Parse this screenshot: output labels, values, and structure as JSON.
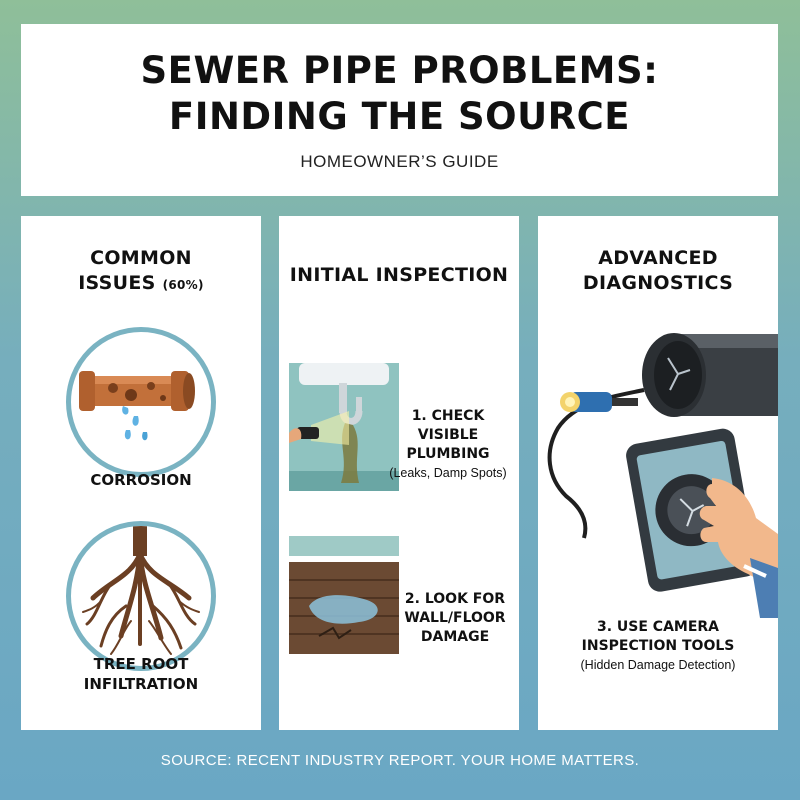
{
  "header": {
    "title_line1": "SEWER PIPE PROBLEMS:",
    "title_line2": "FINDING THE SOURCE",
    "subtitle": "HOMEOWNER’S GUIDE"
  },
  "left": {
    "title_line1": "COMMON",
    "title_line2": "ISSUES",
    "title_pct": "(60%)",
    "items": [
      {
        "label": "CORROSION",
        "icon": "corroded-pipe-icon"
      },
      {
        "label_line1": "TREE ROOT",
        "label_line2": "INFILTRATION",
        "icon": "tree-roots-icon"
      }
    ]
  },
  "middle": {
    "title": "INITIAL INSPECTION",
    "steps": [
      {
        "line1": "1. CHECK VISIBLE",
        "line2": "PLUMBING",
        "note": "(Leaks, Damp Spots)",
        "icon": "sink-leak-flashlight-icon"
      },
      {
        "line1": "2. LOOK FOR",
        "line2": "WALL/FLOOR",
        "line3": "DAMAGE",
        "icon": "floor-water-damage-icon"
      }
    ]
  },
  "right": {
    "title_line1": "ADVANCED",
    "title_line2": "DIAGNOSTICS",
    "step": {
      "line1": "3. USE CAMERA",
      "line2": "INSPECTION TOOLS",
      "note": "(Hidden Damage Detection)"
    },
    "icon": "camera-inspection-tablet-icon"
  },
  "footer": "SOURCE: RECENT INDUSTRY REPORT. YOUR HOME MATTERS.",
  "colors": {
    "accent_ring": "#7ab3c2",
    "pipe_rust": "#c2703a",
    "water": "#5fb2e3",
    "root_brown": "#6b3f23"
  }
}
